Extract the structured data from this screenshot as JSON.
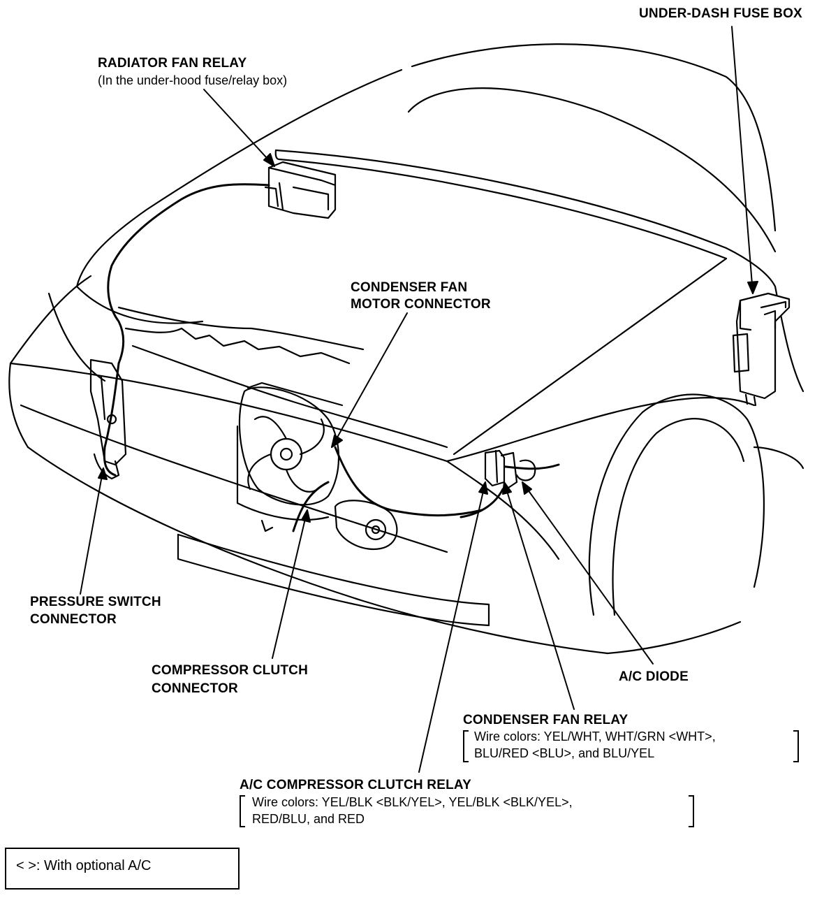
{
  "labels": {
    "under_dash_fuse_box": "UNDER-DASH FUSE BOX",
    "radiator_fan_relay": "RADIATOR FAN RELAY",
    "radiator_fan_relay_note": "(In the under-hood fuse/relay box)",
    "condenser_fan_motor_connector_1": "CONDENSER FAN",
    "condenser_fan_motor_connector_2": "MOTOR CONNECTOR",
    "pressure_switch_connector_1": "PRESSURE SWITCH",
    "pressure_switch_connector_2": "CONNECTOR",
    "compressor_clutch_connector_1": "COMPRESSOR CLUTCH",
    "compressor_clutch_connector_2": "CONNECTOR",
    "ac_diode": "A/C DIODE",
    "condenser_fan_relay": "CONDENSER FAN RELAY",
    "condenser_fan_relay_wires_1": "Wire colors: YEL/WHT, WHT/GRN <WHT>,",
    "condenser_fan_relay_wires_2": "BLU/RED <BLU>, and BLU/YEL",
    "ac_compressor_clutch_relay": "A/C COMPRESSOR CLUTCH RELAY",
    "ac_compressor_clutch_relay_wires_1": "Wire colors: YEL/BLK <BLK/YEL>, YEL/BLK <BLK/YEL>,",
    "ac_compressor_clutch_relay_wires_2": "RED/BLU, and RED"
  },
  "legend": {
    "text": "<   >: With optional A/C"
  }
}
